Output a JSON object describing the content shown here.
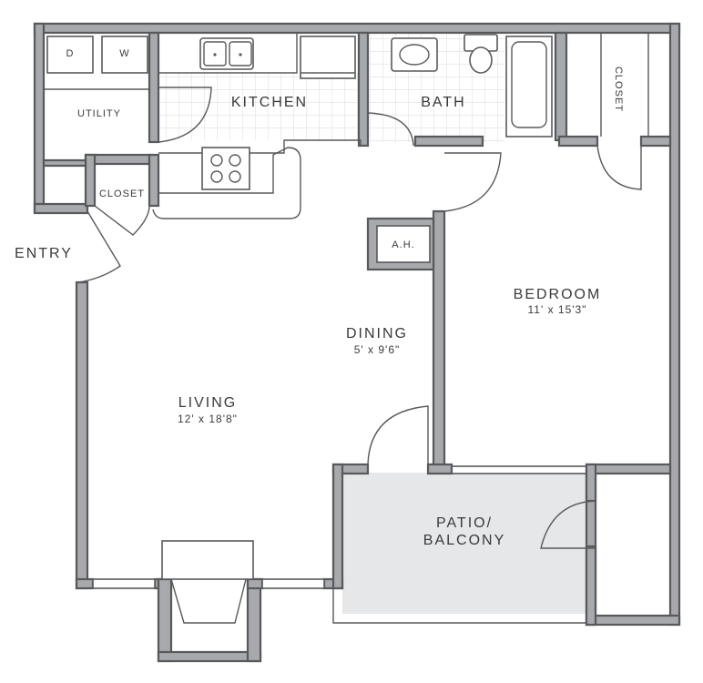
{
  "rooms": {
    "utility": {
      "label": "UTILITY"
    },
    "washer_dryer": {
      "dryer": "D",
      "washer": "W"
    },
    "kitchen": {
      "label": "KITCHEN"
    },
    "bath": {
      "label": "BATH"
    },
    "closet_right": {
      "label": "CLOSET"
    },
    "closet_entry": {
      "label": "CLOSET"
    },
    "entry": {
      "label": "ENTRY"
    },
    "air_handler": {
      "label": "A.H."
    },
    "bedroom": {
      "label": "BEDROOM",
      "dims": "11' x 15'3\""
    },
    "dining": {
      "label": "DINING",
      "dims": "5' x 9'6\""
    },
    "living": {
      "label": "LIVING",
      "dims": "12' x 18'8\""
    },
    "patio": {
      "label_line1": "PATIO/",
      "label_line2": "BALCONY"
    }
  },
  "colors": {
    "wall_fill": "#a7a9ac",
    "wall_outline": "#58595b",
    "tile_grid": "#d5d7da",
    "patio_fill": "#e6e7e8",
    "text": "#3a3a3c"
  }
}
